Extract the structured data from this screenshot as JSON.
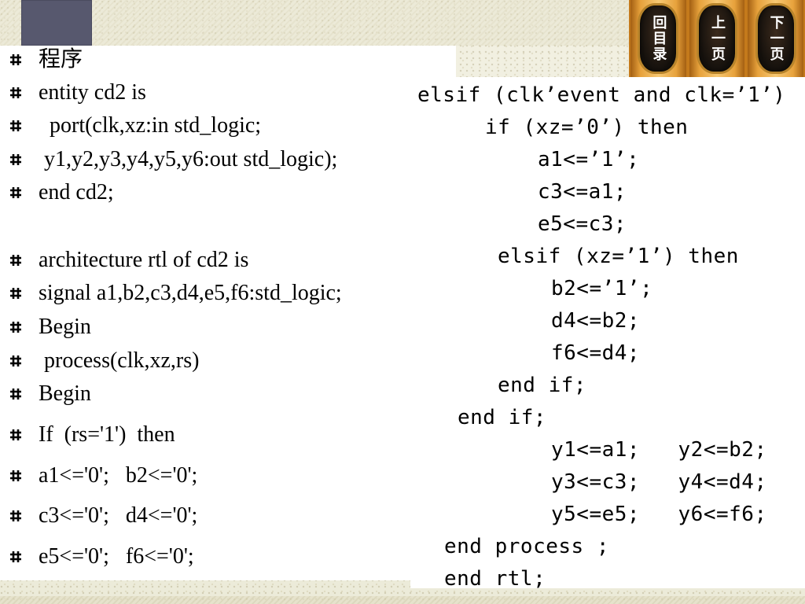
{
  "nav": {
    "toc": "回目录",
    "prev": "上一页",
    "next": "下一页"
  },
  "left_lines": [
    "程序",
    "entity cd2 is",
    "  port(clk,xz:in std_logic;",
    " y1,y2,y3,y4,y5,y6:out std_logic);",
    "end cd2;",
    "architecture rtl of cd2 is",
    "signal a1,b2,c3,d4,e5,f6:std_logic;",
    "Begin",
    " process(clk,xz,rs)",
    "Begin",
    "If  (rs='1')  then",
    "a1<='0';   b2<='0';",
    "c3<='0';   d4<='0';",
    "e5<='0';   f6<='0';"
  ],
  "code_lines": [
    "elsif (clk’event and clk=’1’)",
    "if (xz=’0’) then",
    "a1<=’1’;",
    "c3<=a1;",
    "e5<=c3;",
    "elsif (xz=’1’) then",
    "b2<=’1’;",
    "d4<=b2;",
    "f6<=d4;",
    "end if;",
    "end if;",
    "y1<=a1;   y2<=b2;",
    "y3<=c3;   y4<=d4;",
    "y5<=e5;   y6<=f6;",
    "end process ;",
    "end rtl;"
  ]
}
